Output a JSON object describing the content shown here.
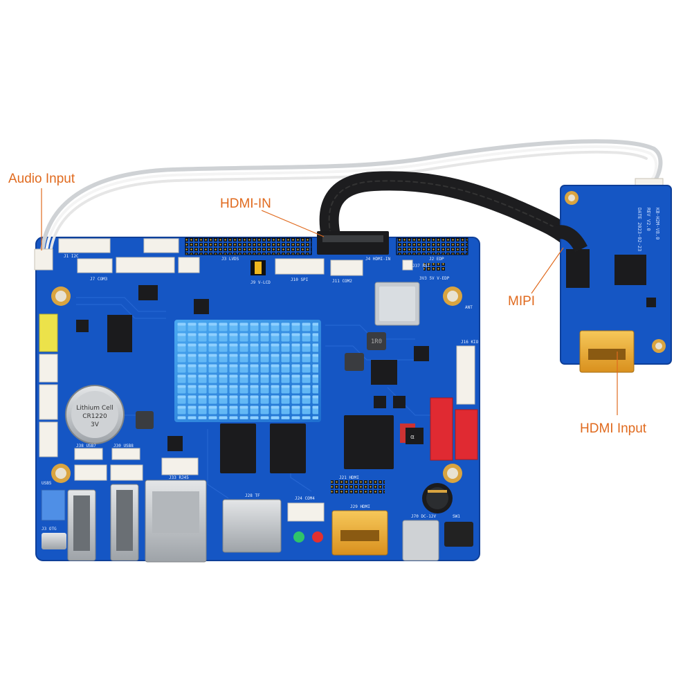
{
  "colors": {
    "callout": "#e06a1e",
    "pcb": "#1556c4",
    "pcb_dark": "#0e3f99",
    "heatsink": "#2f8fe0",
    "cable": "#1d1d1f",
    "wire": "#f0f0f0"
  },
  "callouts": {
    "audio_input": "Audio Input",
    "hdmi_in": "HDMI-IN",
    "mipi": "MIPI",
    "hdmi_input": "HDMI Input"
  },
  "board_labels": {
    "lvds": "J3 LVDS",
    "i2c": "J1 I2C",
    "com3": "J7 COM3",
    "spi": "J10 SPI",
    "com2": "J11 COM2",
    "hdmi_in_hdr": "J4 HDMI-IN",
    "edp": "J2 EDP",
    "rst": "J37 RST",
    "v_edp": "3V3 5V V-EDP",
    "v_lcd": "J9 V-LCD",
    "kio": "J16 KIO",
    "ant": "ANT",
    "hdmi": "J29 HDMI",
    "tf": "J28 TF",
    "com4": "J24 COM4",
    "hdmi_j21": "J21 HDMI",
    "rj45": "J33 RJ45",
    "usb7": "J38 USB7",
    "usb8": "J30 USB8",
    "usb5": "USB5",
    "otg": "J3 OTG",
    "sw1": "SW1",
    "dc": "J70 DC-12V",
    "battery_line1": "Lithium Cell",
    "battery_line2": "CR1220",
    "battery_line3": "3V",
    "adapter_rev": "REV V2.0",
    "adapter_date": "DATE 2023-02-23",
    "adapter_model": "KB-H2M-V8.0",
    "inductor": "1R0",
    "chip_alpha": "α"
  }
}
